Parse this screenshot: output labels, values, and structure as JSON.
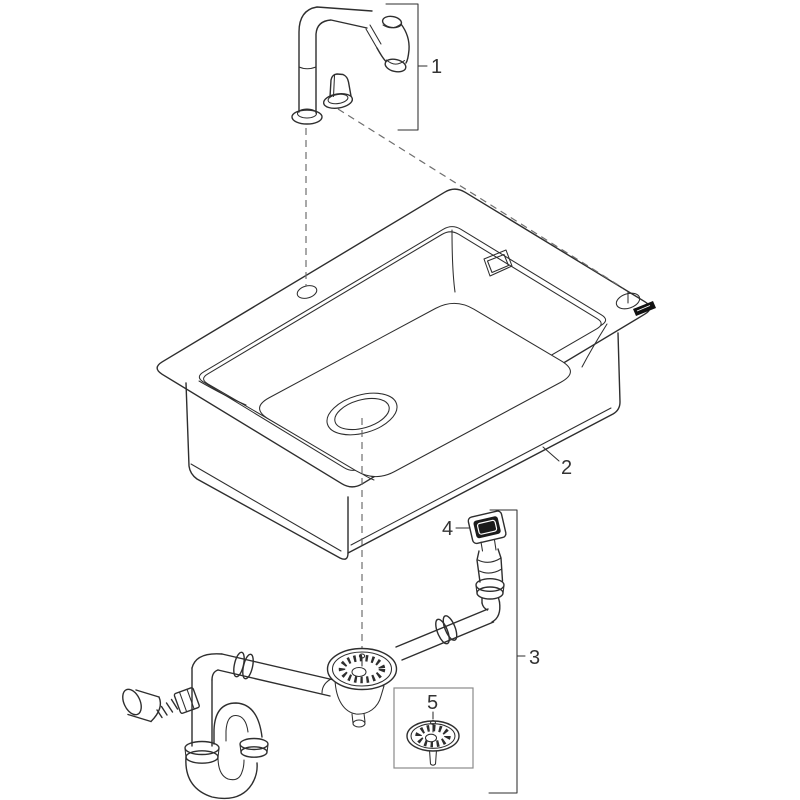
{
  "diagram": {
    "type": "exploded-assembly-drawing",
    "callouts": [
      {
        "number": "1",
        "part": "faucet"
      },
      {
        "number": "2",
        "part": "sink-basin"
      },
      {
        "number": "3",
        "part": "drain-and-trap-set"
      },
      {
        "number": "4",
        "part": "overflow-connector"
      },
      {
        "number": "5",
        "part": "strainer-basket"
      }
    ],
    "colors": {
      "line": "#2e2e2e",
      "background": "#ffffff",
      "badge": "#111111",
      "label": "#333333",
      "dash": "#6e6e6e",
      "box": "#8a8a8a"
    }
  }
}
